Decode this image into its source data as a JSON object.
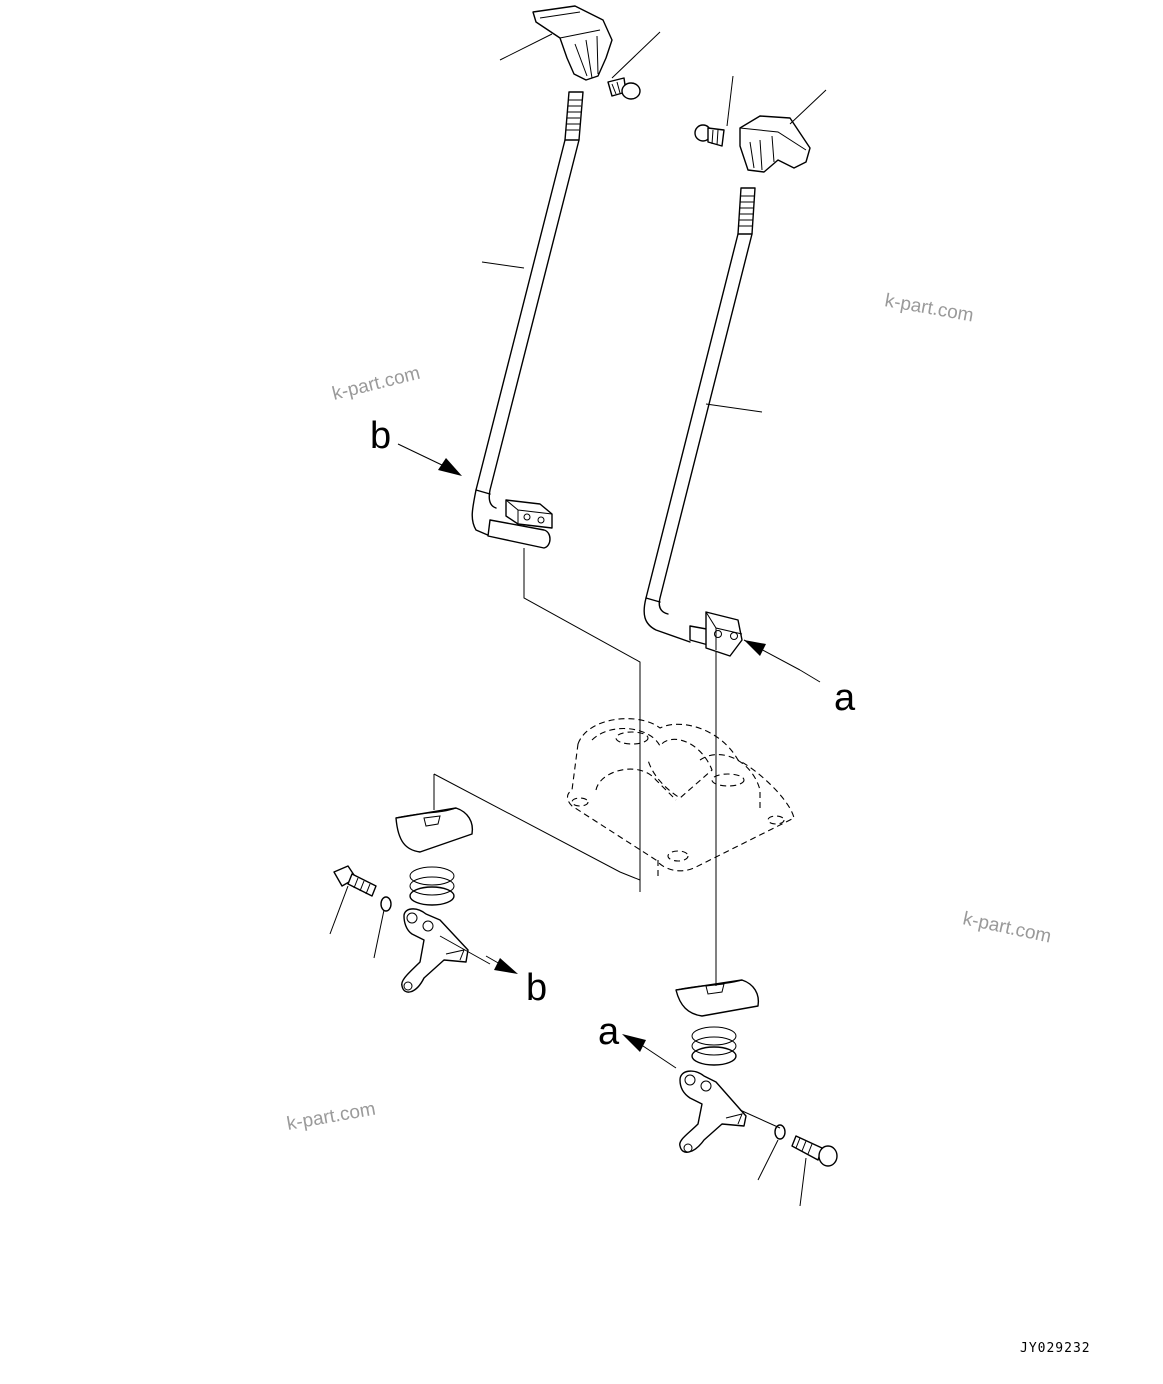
{
  "diagram": {
    "reference_labels": {
      "left_lever_b": "b",
      "right_lever_a": "a",
      "left_arm_b": "b",
      "right_arm_a": "a"
    },
    "watermarks": [
      "k-part.com",
      "k-part.com",
      "k-part.com",
      "k-part.com"
    ],
    "drawing_code": "JY029232"
  }
}
